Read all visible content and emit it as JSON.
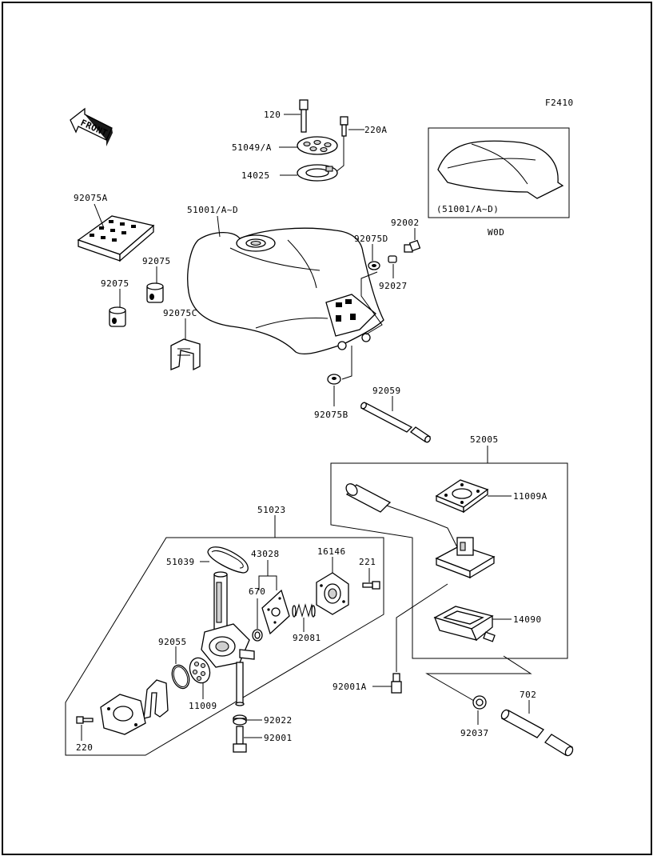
{
  "figure_code": "F2410",
  "front_label": "FRONT",
  "inset": {
    "caption": "(51001/A~D)",
    "note": "W0D"
  },
  "labels": {
    "l120": "120",
    "l220A": "220A",
    "l51049": "51049/A",
    "l14025": "14025",
    "l92075A": "92075A",
    "l51001": "51001/A~D",
    "l92002": "92002",
    "l92075D": "92075D",
    "l92027": "92027",
    "l92075a": "92075",
    "l92075b": "92075",
    "l92075C": "92075C",
    "l92075B": "92075B",
    "l92059": "92059",
    "l52005": "52005",
    "l11009A": "11009A",
    "l51023": "51023",
    "l51039": "51039",
    "l43028": "43028",
    "l16146": "16146",
    "l221": "221",
    "l670": "670",
    "l92081": "92081",
    "l14090": "14090",
    "l92055": "92055",
    "l11009": "11009",
    "l92001A": "92001A",
    "l92022": "92022",
    "l92001": "92001",
    "l702": "702",
    "l92037": "92037",
    "l220": "220"
  }
}
